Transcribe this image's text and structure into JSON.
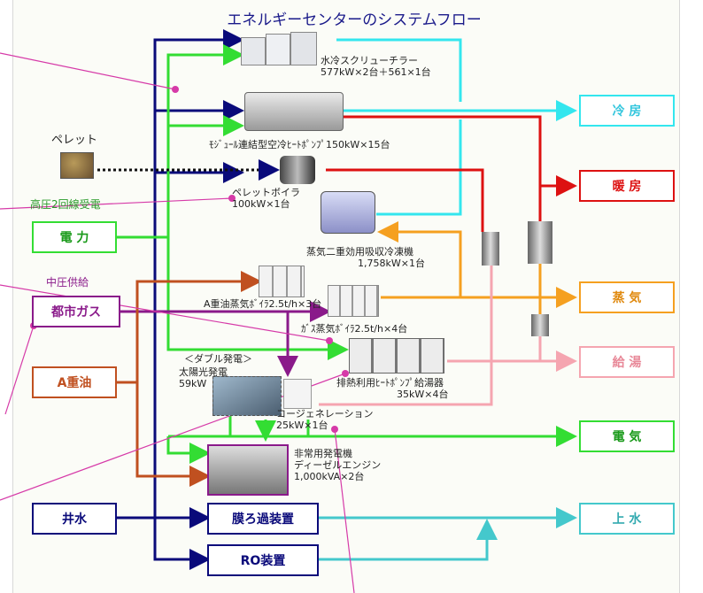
{
  "title": "エネルギーセンターのシステムフロー",
  "sources": {
    "pellet": "ペレット",
    "high_voltage": "高圧2回線受電",
    "power": "電 力",
    "medium_pressure": "中圧供給",
    "city_gas": "都市ガス",
    "heavy_oil": "A重油",
    "well_water": "井水"
  },
  "equipment": {
    "screw_chiller": [
      "水冷スクリューチラー",
      "577kW×2台＋561×1台"
    ],
    "modular_heat_pump": [
      "ﾓｼﾞｭｰﾙ連結型空冷ﾋｰﾄﾎﾟﾝﾌﾟ150kW×15台"
    ],
    "pellet_boiler": [
      "ペレットボイラ",
      "100kW×1台"
    ],
    "absorption_chiller": [
      "蒸気二重効用吸収冷凍機",
      "1,758kW×1台"
    ],
    "oil_boiler": [
      "A重油蒸気ﾎﾞｲﾗ2.5t/h×3台"
    ],
    "gas_boiler": [
      "ｶﾞｽ蒸気ﾎﾞｲﾗ2.5t/h×4台"
    ],
    "double_power": "＜ダブル発電＞",
    "solar": [
      "太陽光発電",
      "59kW"
    ],
    "heat_pump_water_heater": [
      "排熱利用ﾋｰﾄﾎﾟﾝﾌﾟ給湯器",
      "35kW×4台"
    ],
    "cogeneration": [
      "コージェネレーション",
      "25kW×1台"
    ],
    "emergency_generator": [
      "非常用発電機",
      "ディーゼルエンジン",
      "1,000kVA×2台"
    ],
    "membrane_filter": "膜ろ過装置",
    "ro_unit": "RO装置"
  },
  "outputs": {
    "cooling": "冷 房",
    "heating": "暖 房",
    "steam": "蒸 気",
    "hot_water": "給 湯",
    "electricity": "電 気",
    "clean_water": "上 水"
  },
  "colors": {
    "electric": "#33dd33",
    "water_supply": "#0a0a7a",
    "cold": "#33e6ee",
    "heat": "#dd1111",
    "steam": "#f5a020",
    "hot_water": "#f5a5b0",
    "gas": "#8a1a8a",
    "oil": "#c05020",
    "clean_water": "#44c8cc",
    "annotation": "#d63aa8"
  }
}
